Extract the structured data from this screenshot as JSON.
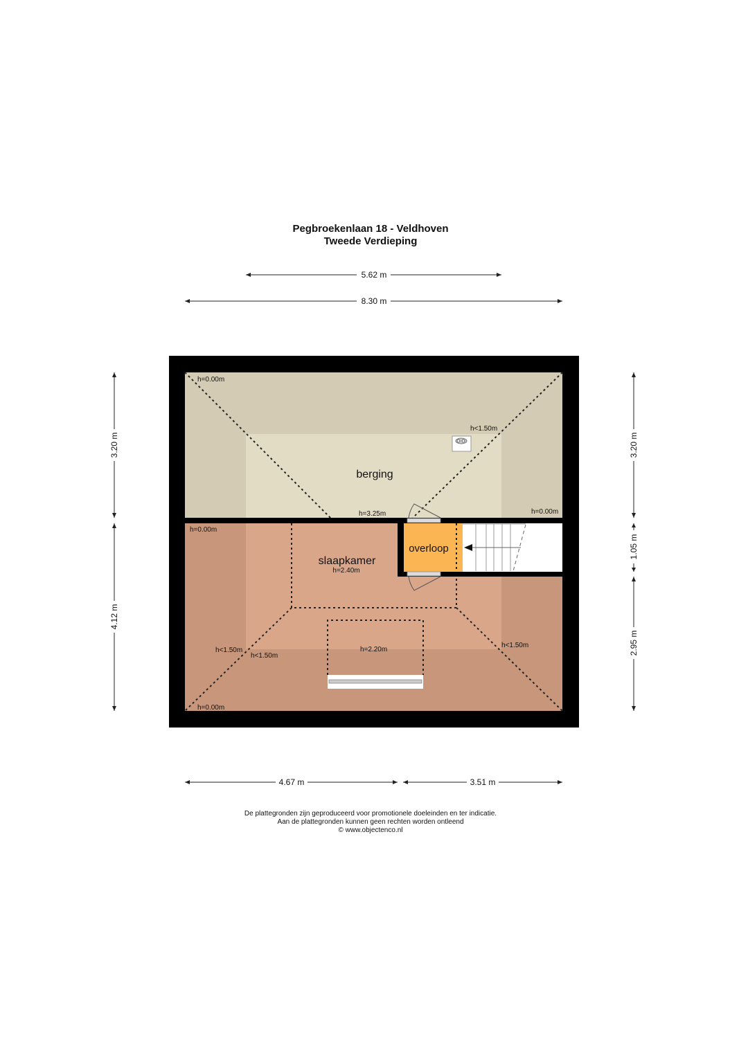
{
  "header": {
    "title": "Pegbroekenlaan 18 - Veldhoven",
    "subtitle": "Tweede Verdieping"
  },
  "dimensions": {
    "top_inner": "5.62 m",
    "top_outer": "8.30 m",
    "left_upper": "3.20 m",
    "left_lower": "4.12 m",
    "right_upper": "3.20 m",
    "right_middle": "1.05 m",
    "right_lower": "2.95 m",
    "bottom_left": "4.67 m",
    "bottom_right": "3.51 m"
  },
  "rooms": {
    "berging": {
      "label": "berging",
      "heights": [
        "h=0.00m",
        "h<1.50m",
        "h=3.25m",
        "h=0.00m"
      ]
    },
    "slaapkamer": {
      "label": "slaapkamer",
      "height": "h=2.40m",
      "heights": [
        "h=0.00m",
        "h<1.50m",
        "h<1.50m",
        "h=2.20m",
        "h<1.50m",
        "h=0.00m"
      ]
    },
    "overloop": {
      "label": "overloop"
    }
  },
  "colors": {
    "wall": "#000000",
    "berging_outer": "#d3cbb3",
    "berging_inner": "#e3dcc4",
    "slaapkamer_outer": "#c8977b",
    "slaapkamer_inner": "#d9a68a",
    "overloop": "#fbb552"
  },
  "footer": {
    "line1": "De plattegronden zijn geproduceerd voor promotionele doeleinden en ter indicatie.",
    "line2": "Aan de plattegronden kunnen geen rechten worden ontleend",
    "line3": "© www.objectenco.nl"
  }
}
